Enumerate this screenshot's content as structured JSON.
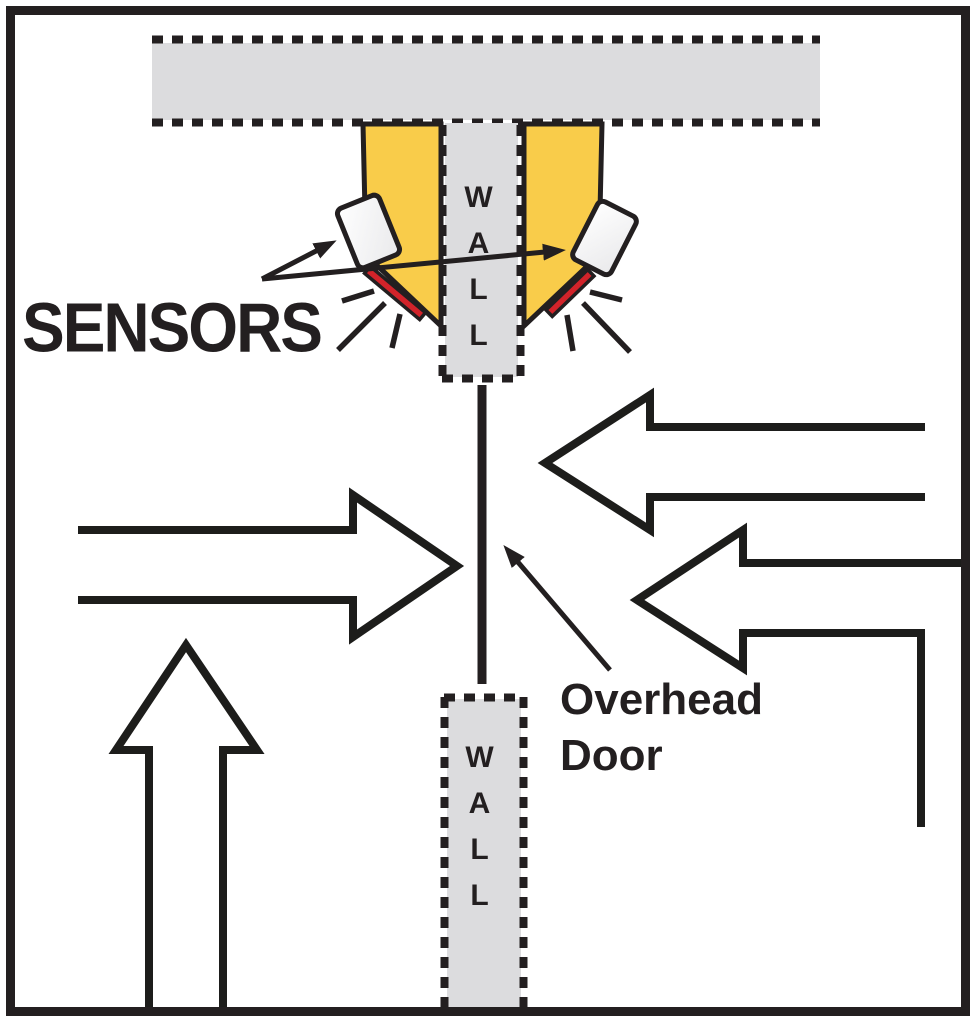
{
  "diagram": {
    "title_hint": "Overhead door sensor coverage diagram",
    "labels": {
      "sensors": "SENSORS",
      "wall_top": "WALL",
      "wall_bottom": "WALL",
      "overhead_door": "Overhead Door"
    },
    "colors": {
      "detection_zone_yellow": "#F9CC4A",
      "beam_red": "#D2232A",
      "wall_gray": "#DCDCDE",
      "line_black": "#231F20"
    }
  }
}
